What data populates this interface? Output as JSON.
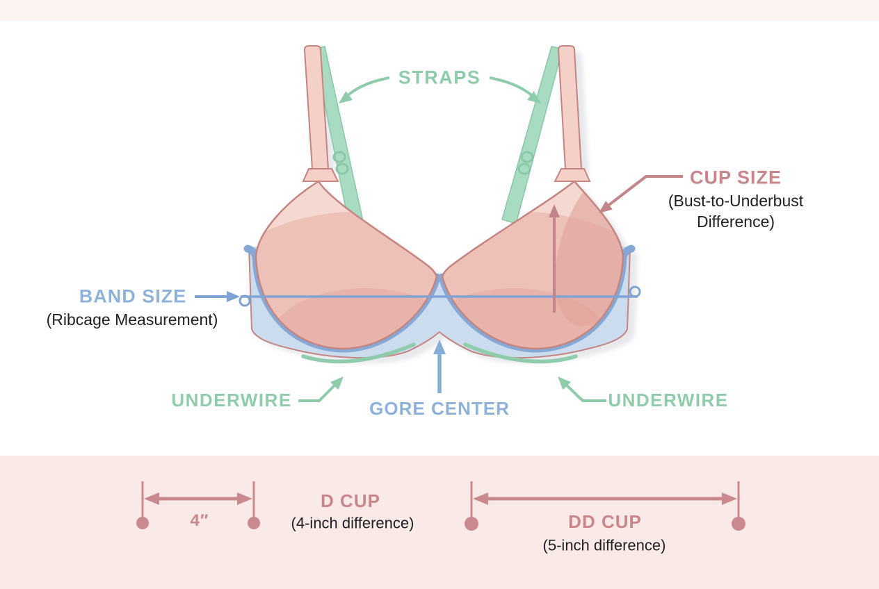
{
  "diagram": {
    "type": "bra-anatomy-infographic",
    "labels": {
      "straps": "STRAPS",
      "cup_size": "CUP SIZE",
      "cup_size_sub1": "(Bust-to-Underbust",
      "cup_size_sub2": "Difference)",
      "band_size": "BAND SIZE",
      "band_size_sub": "(Ribcage Measurement)",
      "underwire_left": "UNDERWIRE",
      "gore_center": "GORE CENTER",
      "underwire_right": "UNDERWIRE"
    },
    "bottom_panel": {
      "d_cup": {
        "title": "D CUP",
        "subtitle": "(4-inch difference)",
        "measure": "4″"
      },
      "dd_cup": {
        "title": "DD CUP",
        "subtitle": "(5-inch difference)"
      }
    },
    "palette": {
      "green_accent": "#8fccab",
      "blue_accent": "#8fb2dd",
      "blue_line": "#7fa3d4",
      "rose_accent": "#c8868c",
      "text_dark": "#202022",
      "cup_pink_light": "#f5d8d0",
      "cup_pink_mid": "#edc1b8",
      "cup_pink_dark": "#e6aea5",
      "cup_outline": "#c48480",
      "band_blue_light": "#cbdcee",
      "band_blue_trim": "#85a9d4",
      "strap_green": "#a8dcc2",
      "bottom_panel_bg": "#f9eae7"
    }
  }
}
